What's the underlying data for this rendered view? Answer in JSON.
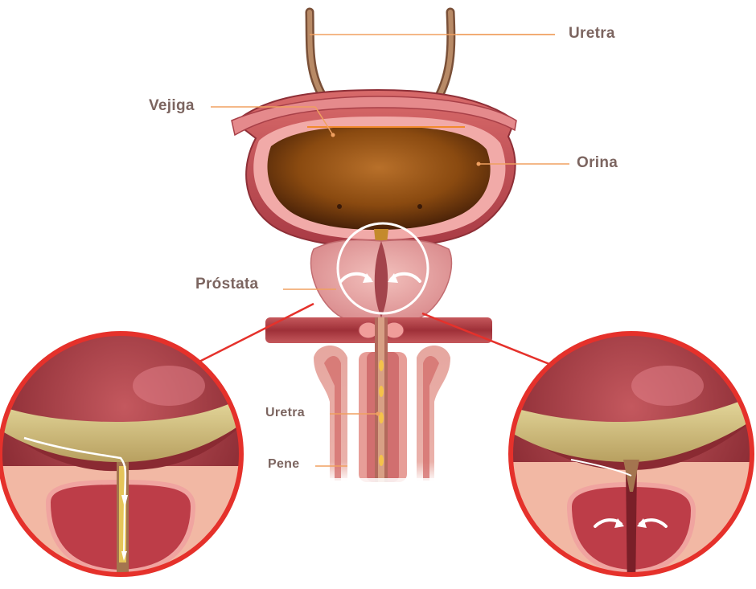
{
  "labels": {
    "uretra_top": "Uretra",
    "vejiga": "Vejiga",
    "orina": "Orina",
    "prostata": "Próstata",
    "uretra_bottom": "Uretra",
    "pene": "Pene"
  },
  "colors": {
    "label_text": "#7c6560",
    "leader_line": "#f0a060",
    "callout_red": "#e5312b",
    "tissue_pink": "#e9a4a0",
    "muscle_red": "#b53a40",
    "urine_brown": "#8a4a10",
    "tube_tan": "#a87a58"
  }
}
